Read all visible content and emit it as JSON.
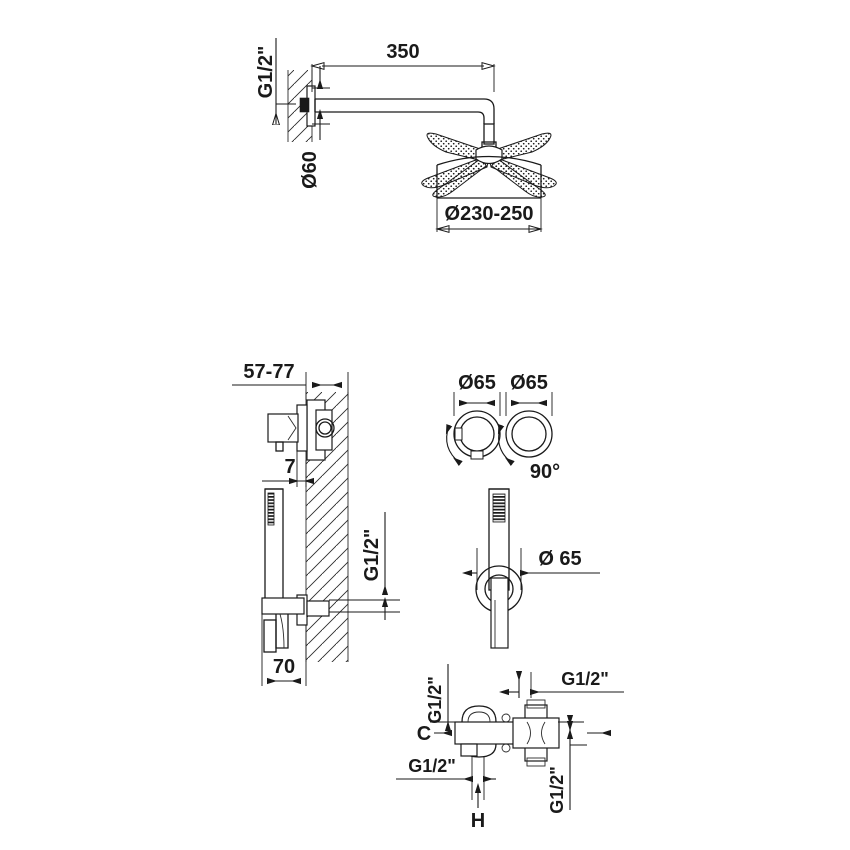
{
  "drawing": {
    "title": "Shower System Installation Drawing",
    "background_color": "#ffffff",
    "line_color": "#1a1a1a"
  },
  "views": {
    "overhead_shower": {
      "name": "Wall-mounted overhead shower arm, side elevation",
      "labels": {
        "inlet_thread": "G1/2\"",
        "arm_length": "350",
        "flange_diameter": "Ø60",
        "head_diameter": "Ø230-250"
      }
    },
    "wall_section": {
      "name": "Concealed valve and hand shower, wall section",
      "labels": {
        "wall_depth": "57-77",
        "projection": "7",
        "outlet_thread": "G1/2\"",
        "holder_offset": "70"
      }
    },
    "handles": {
      "name": "Two round control handles, front view with 90 degree rotation",
      "labels": {
        "left_diameter": "Ø65",
        "right_diameter": "Ø65",
        "rotation": "90°"
      }
    },
    "hand_shower_front": {
      "name": "Hand shower with wall outlet, front view",
      "labels": {
        "outlet_diameter": "Ø 65"
      }
    },
    "mixer_valve": {
      "name": "Exposed mixer valve body, front view with port connections",
      "labels": {
        "top_left_thread": "G1/2\"",
        "top_right_thread": "G1/2\"",
        "cold_port": "C",
        "bottom_left_thread": "G1/2\"",
        "hot_port": "H",
        "bottom_right_thread": "G1/2\""
      }
    }
  }
}
